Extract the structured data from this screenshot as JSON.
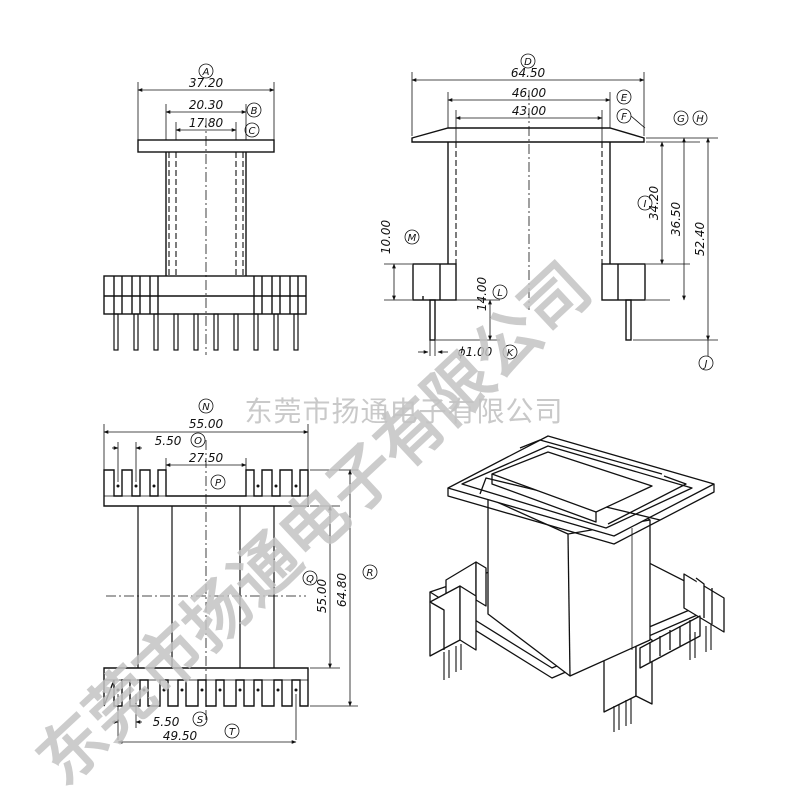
{
  "watermark": {
    "line_text": "东莞市扬通电子有限公司",
    "diagonal_text": "东莞市扬通电子有限公司"
  },
  "colors": {
    "ink": "#111111",
    "watermark": "#c6c6c6",
    "background": "#ffffff"
  },
  "front_view": {
    "dims": {
      "A": "37.20",
      "B": "20.30",
      "C": "17.80"
    },
    "bubbles": {
      "A": "A",
      "B": "B",
      "C": "C"
    }
  },
  "side_view": {
    "dims": {
      "D": "64.50",
      "E": "46.00",
      "F": "43.00",
      "I": "34.20",
      "i2": "36.50",
      "H": "52.40",
      "M": "10.00",
      "L": "14.00",
      "K": "ɸ1.00"
    },
    "bubbles": {
      "D": "D",
      "E": "E",
      "F": "F",
      "G": "G",
      "H": "H",
      "I": "I",
      "M": "M",
      "L": "L",
      "K": "K",
      "J": "J"
    }
  },
  "top_view": {
    "dims": {
      "N": "55.00",
      "O": "5.50",
      "P": "27.50",
      "Q": "55.00",
      "R": "64.80",
      "S": "5.50",
      "T": "49.50"
    },
    "bubbles": {
      "N": "N",
      "O": "O",
      "P": "P",
      "Q": "Q",
      "R": "R",
      "S": "S",
      "T": "T"
    }
  }
}
